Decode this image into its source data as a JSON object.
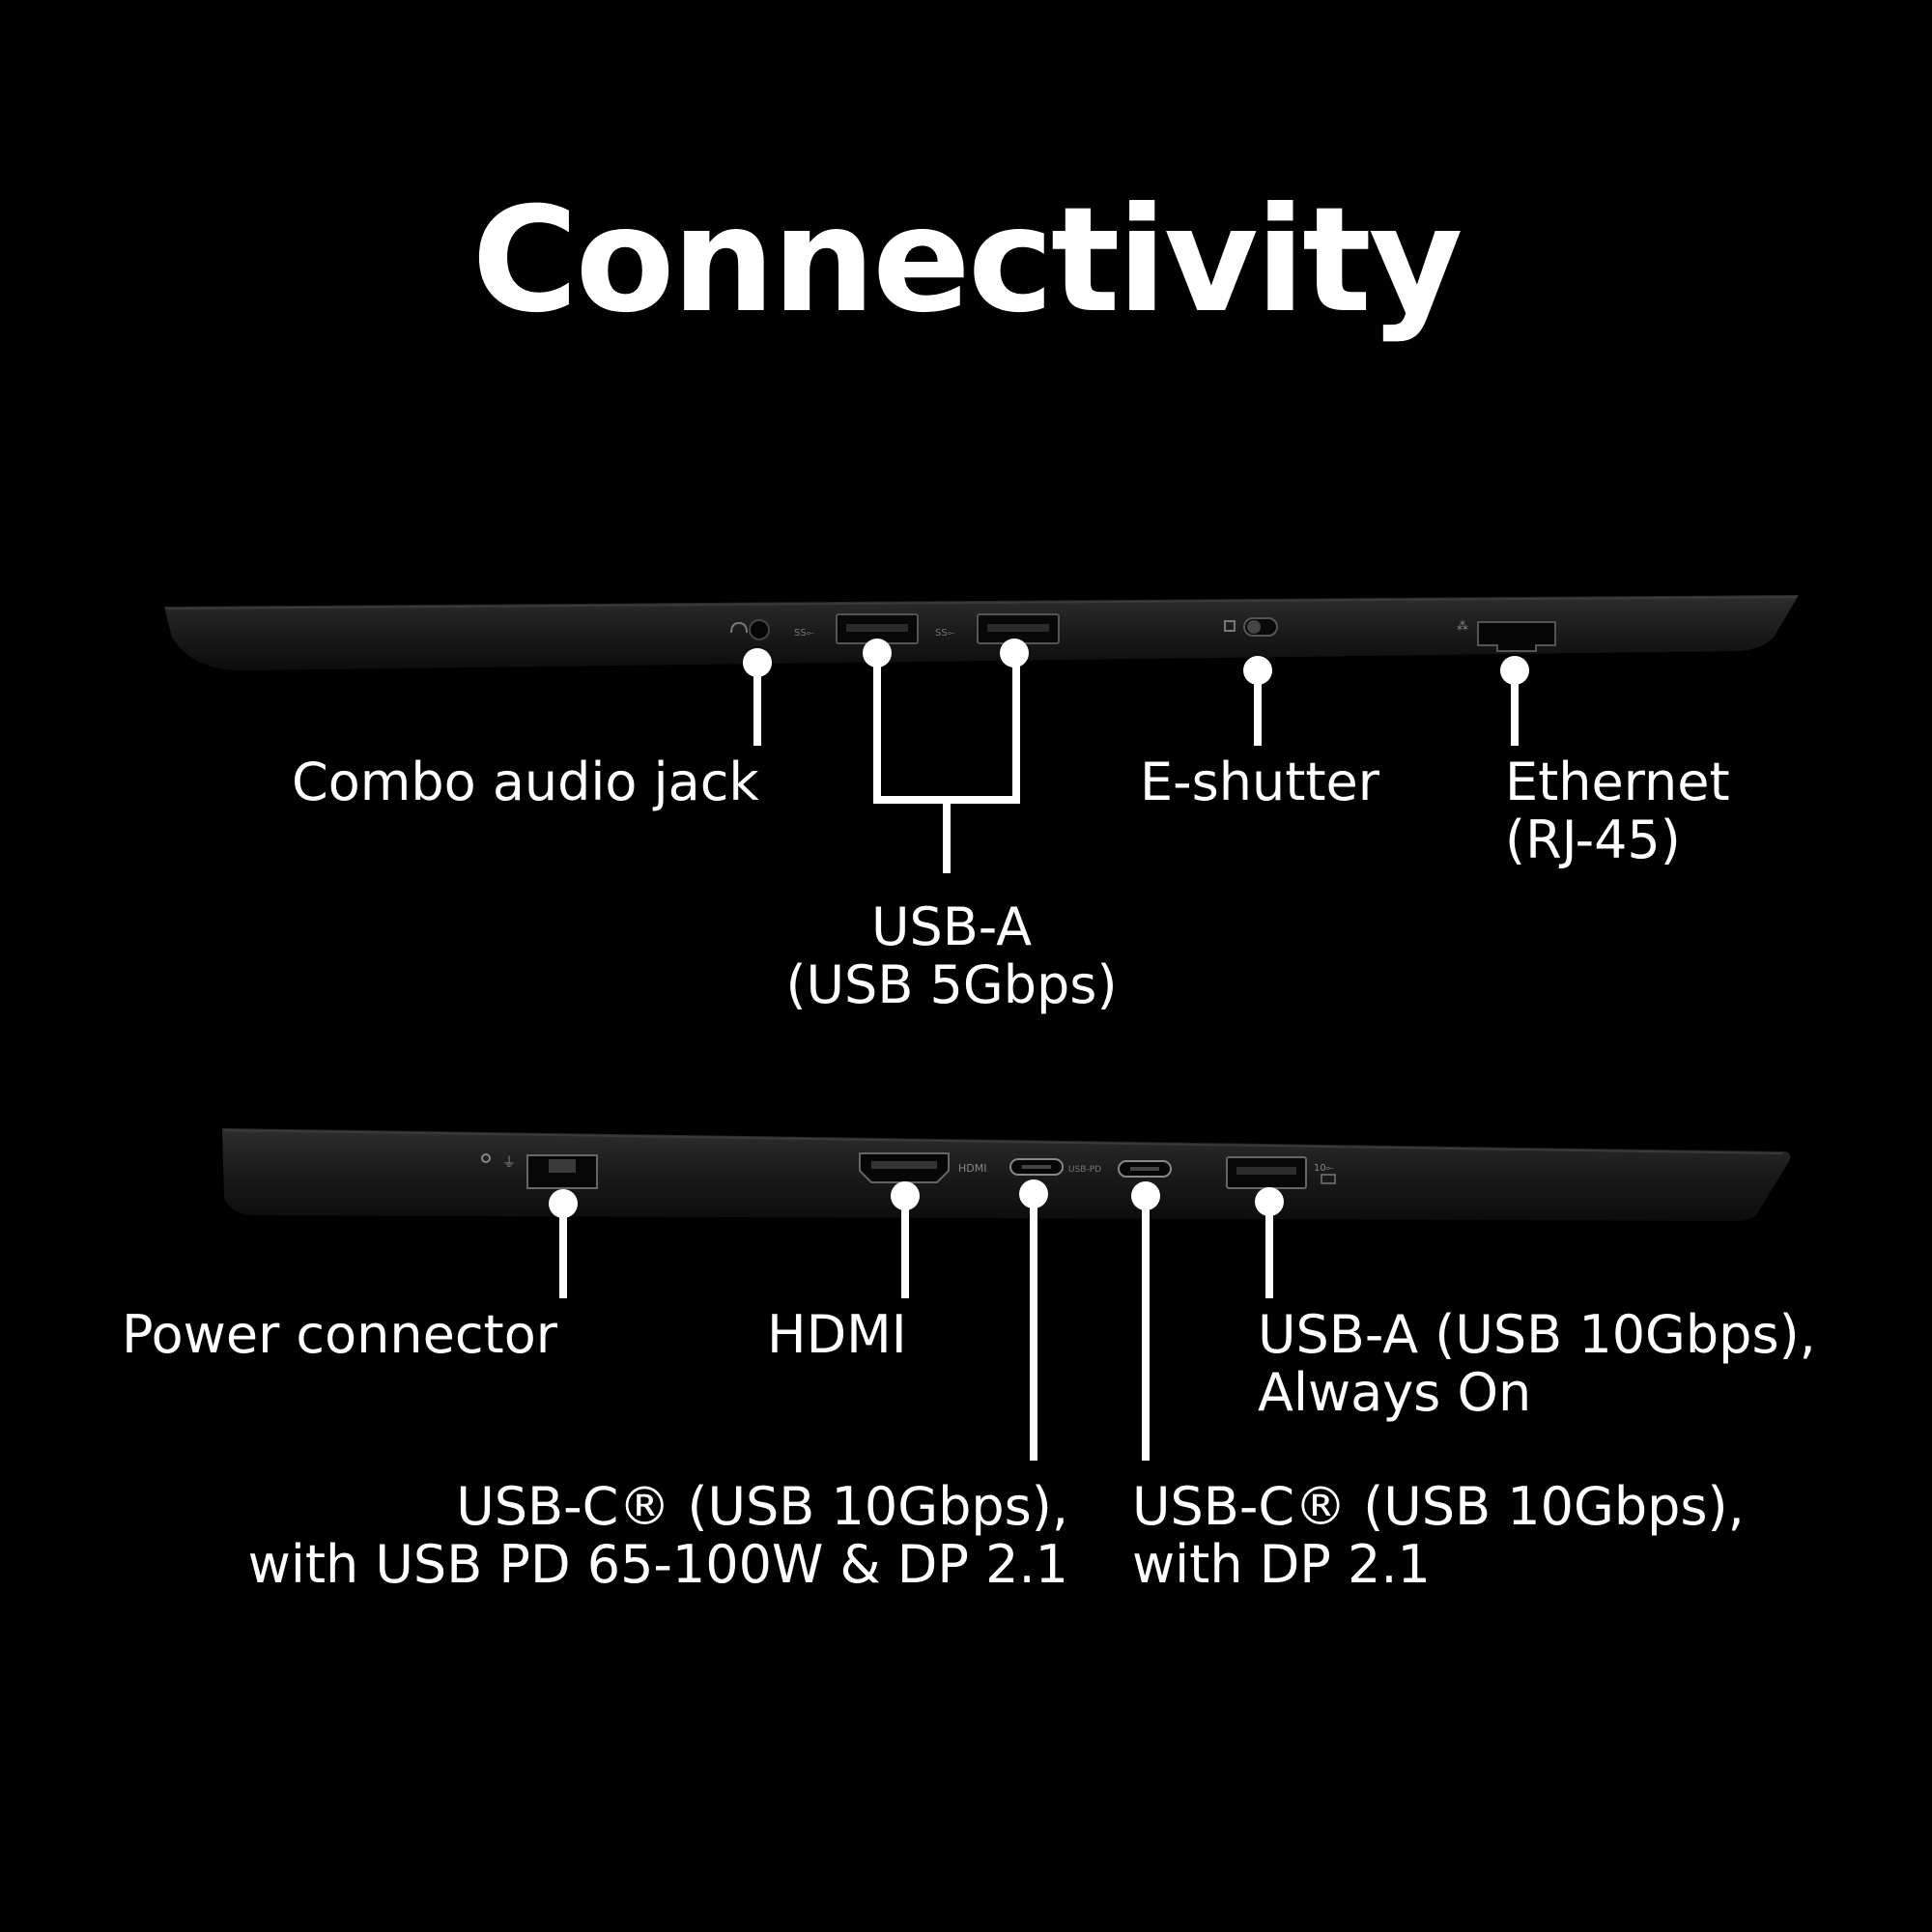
{
  "title": "Connectivity",
  "top_side": {
    "labels": {
      "combo_audio": "Combo audio jack",
      "usb_a_line1": "USB-A",
      "usb_a_line2": "(USB 5Gbps)",
      "e_shutter": "E-shutter",
      "ethernet_line1": "Ethernet",
      "ethernet_line2": "(RJ-45)"
    }
  },
  "bottom_side": {
    "labels": {
      "power": "Power connector",
      "hdmi": "HDMI",
      "usb_c_pd_line1": "USB-C® (USB 10Gbps),",
      "usb_c_pd_line2": "with USB PD 65-100W & DP 2.1",
      "usb_c_dp_line1": "USB-C® (USB 10Gbps),",
      "usb_c_dp_line2": "with DP 2.1",
      "usb_a10_line1": "USB-A (USB 10Gbps),",
      "usb_a10_line2": "Always On"
    }
  },
  "colors": {
    "background": "#000000",
    "text": "#ffffff",
    "chassis": "#1c1c1c"
  }
}
